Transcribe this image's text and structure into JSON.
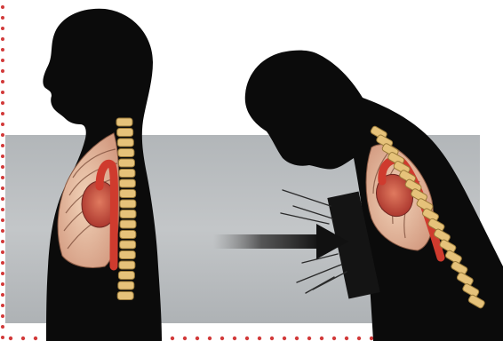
{
  "illustration": {
    "figures": [
      "upright-silhouette",
      "bent-over-silhouette"
    ],
    "elements": [
      "grey-backdrop-band",
      "impact-arrow",
      "motion-lines",
      "impact-panel",
      "spine",
      "rib-cage",
      "heart",
      "aorta"
    ],
    "colors": {
      "background": "#ffffff",
      "silhouette": "#0b0b0b",
      "backdrop": "#b9bcbf",
      "spine": "#e6c27a",
      "organ": "#c8463c",
      "border_dots": "#d23a3a"
    }
  }
}
